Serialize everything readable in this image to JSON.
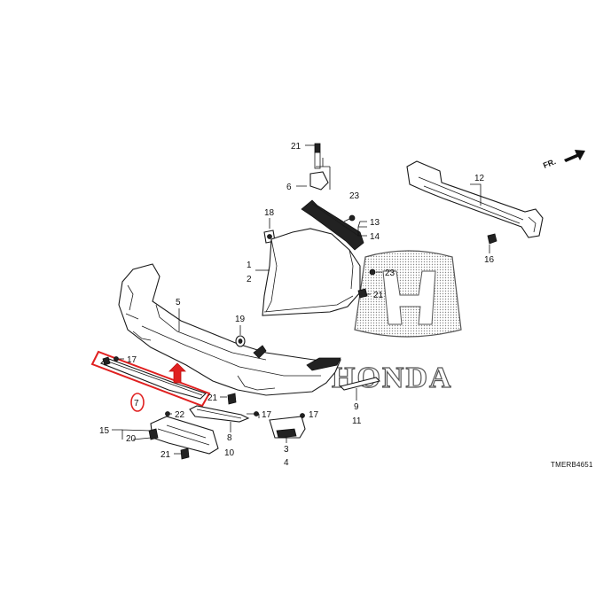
{
  "diagram": {
    "brand_text": "HONDA",
    "direction_label": "FR.",
    "drawing_code": "TMERB4651",
    "colors": {
      "highlight": "#e02020",
      "line": "#1a1a1a",
      "watermark": "#8a8a8a"
    },
    "callouts": {
      "c21a": "21",
      "c6": "6",
      "c23a": "23",
      "c13": "13",
      "c14": "14",
      "c12": "12",
      "c16": "16",
      "c18": "18",
      "c1": "1",
      "c2": "2",
      "c23b": "23",
      "c21b": "21",
      "c5": "5",
      "c19": "19",
      "c17a": "17",
      "c7": "7",
      "c21c": "21",
      "c22": "22",
      "c17b": "17",
      "c17c": "17",
      "c9": "9",
      "c11": "11",
      "c15": "15",
      "c20": "20",
      "c8": "8",
      "c10": "10",
      "c3": "3",
      "c4": "4",
      "c21d": "21"
    }
  }
}
